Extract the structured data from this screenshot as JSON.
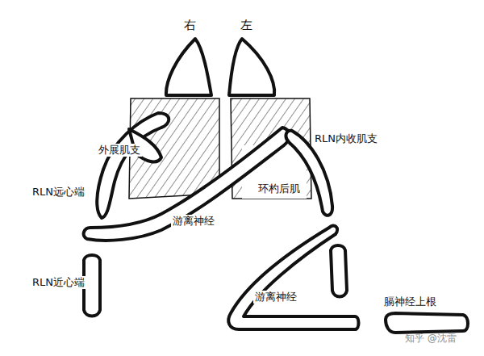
{
  "diagram": {
    "labels": [
      "右",
      "左",
      "外展肌支",
      "RLN内收肌支",
      "RLN远心端",
      "环杓后肌",
      "游离神经",
      "RLN近心端",
      "游离神经",
      "膈神经上根",
      "知乎 @沈雷"
    ]
  }
}
